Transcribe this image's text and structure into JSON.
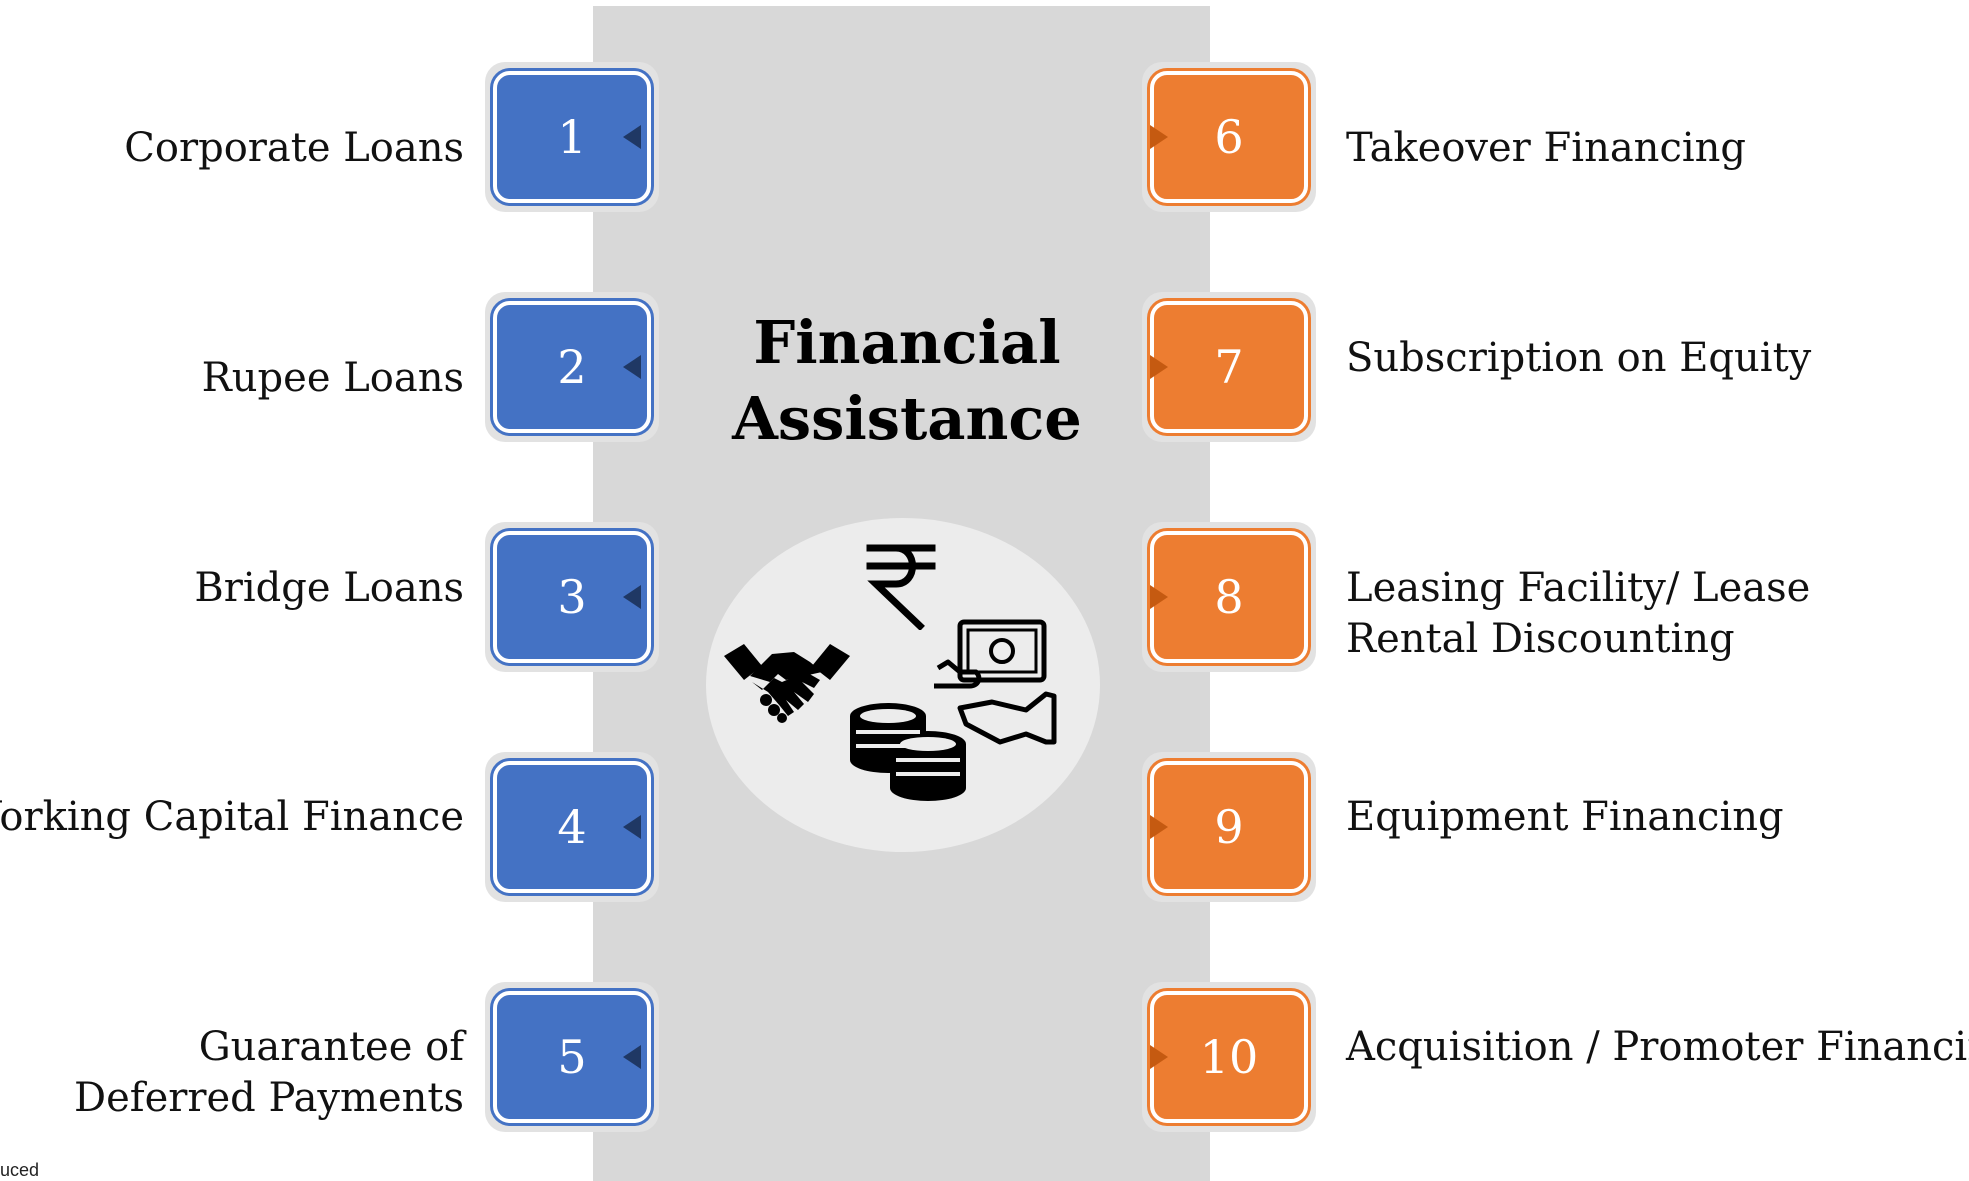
{
  "title": {
    "line1": "Financial",
    "line2": "Assistance"
  },
  "left_items": [
    {
      "number": "1",
      "label_lines": [
        "Corporate Loans"
      ]
    },
    {
      "number": "2",
      "label_lines": [
        "Rupee Loans"
      ]
    },
    {
      "number": "3",
      "label_lines": [
        "Bridge Loans"
      ]
    },
    {
      "number": "4",
      "label_lines": [
        "Working Capital Finance"
      ]
    },
    {
      "number": "5",
      "label_lines": [
        "Guarantee of",
        "Deferred Payments"
      ]
    }
  ],
  "right_items": [
    {
      "number": "6",
      "label_lines": [
        "Takeover Financing"
      ]
    },
    {
      "number": "7",
      "label_lines": [
        "Subscription on Equity"
      ]
    },
    {
      "number": "8",
      "label_lines": [
        "Leasing Facility/ Lease",
        "Rental Discounting"
      ]
    },
    {
      "number": "9",
      "label_lines": [
        "Equipment Financing"
      ]
    },
    {
      "number": "10",
      "label_lines": [
        "Acquisition / Promoter Financing"
      ]
    }
  ],
  "hub_icons": [
    "rupee-icon",
    "handshake-icon",
    "cash-payment-icon",
    "coins-icon"
  ],
  "colors": {
    "left_box": "#4472c4",
    "right_box": "#ed7d31",
    "column": "#d8d8d8"
  },
  "footnote": "uced"
}
